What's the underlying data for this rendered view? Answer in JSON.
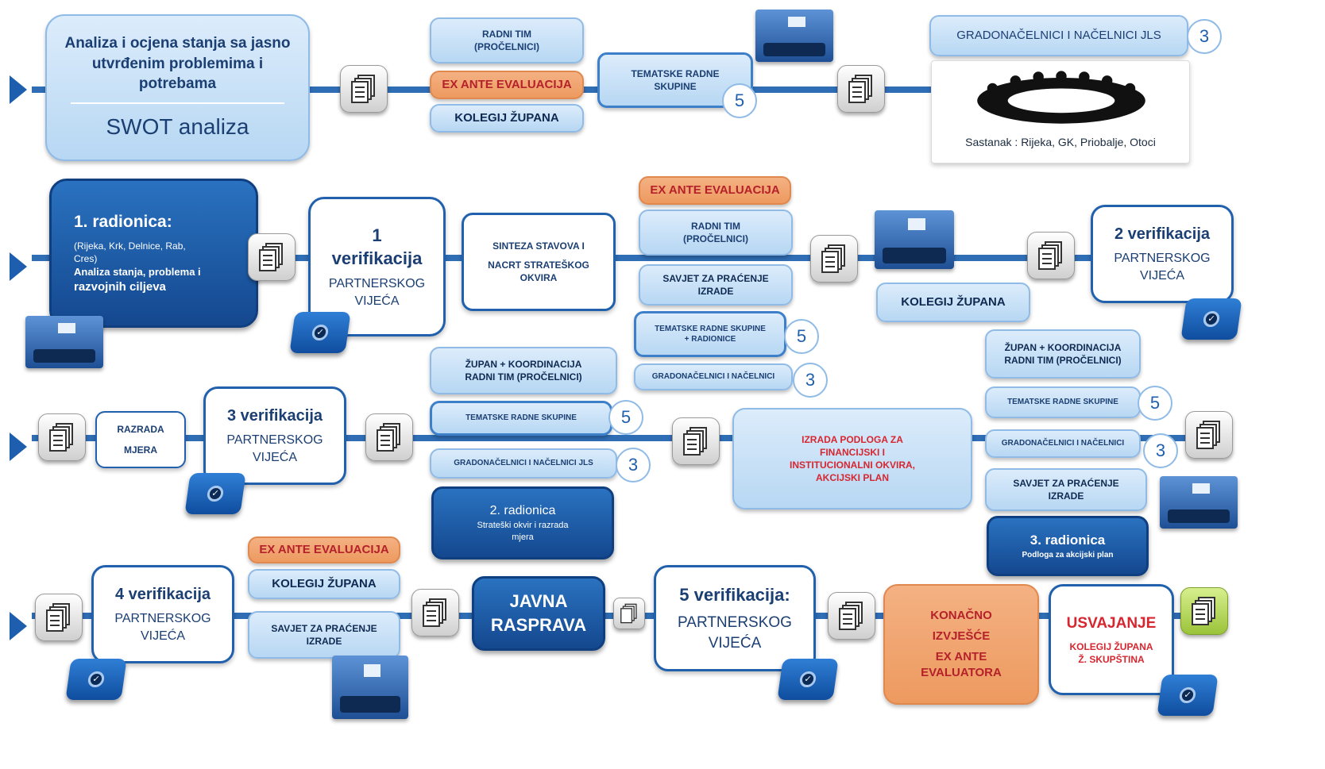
{
  "row1": {
    "analysis": {
      "lines": [
        "Analiza i ocjena stanja sa jasno",
        "utvrđenim problemima i",
        "potrebama"
      ],
      "swot": "SWOT analiza"
    },
    "radni_tim": [
      "RADNI TIM",
      "(PROČELNICI)"
    ],
    "ex_ante": "EX ANTE EVALUACIJA",
    "kolegij": "KOLEGIJ ŽUPANA",
    "tematske": [
      "TEMATSKE RADNE",
      "SKUPINE"
    ],
    "tematske_num": "5",
    "gradonacelnici": "GRADONAČELNICI I NAČELNICI JLS",
    "gradonacelnici_num": "3",
    "sastanak": "Sastanak : Rijeka, GK, Priobalje, Otoci"
  },
  "row2": {
    "radionica1": {
      "title": "1. radionica:",
      "lines": [
        "(Rijeka, Krk, Delnice, Rab,",
        "Cres)",
        "Analiza stanja, problema i",
        "razvojnih ciljeva"
      ]
    },
    "verif1": {
      "num": "1",
      "title": "verifikacija",
      "sub": [
        "PARTNERSKOG",
        "VIJEĆA"
      ]
    },
    "sinteza": [
      "SINTEZA STAVOVA I",
      "NACRT STRATEŠKOG",
      "OKVIRA"
    ],
    "ex_ante": "EX ANTE EVALUACIJA",
    "radni_tim": [
      "RADNI TIM",
      "(PROČELNICI)"
    ],
    "savjet": [
      "SAVJET ZA PRAĆENJE",
      "IZRADE"
    ],
    "tematske": [
      "TEMATSKE RADNE SKUPINE",
      "+ RADIONICE"
    ],
    "tematske_num": "5",
    "gradonacelnici": "GRADONAČELNICI I NAČELNICI",
    "gradonacelnici_num": "3",
    "kolegij": "KOLEGIJ ŽUPANA",
    "verif2": {
      "title": "2 verifikacija",
      "sub": [
        "PARTNERSKOG",
        "VIJEĆA"
      ]
    }
  },
  "row3": {
    "razrada": [
      "RAZRADA",
      "MJERA"
    ],
    "verif3": {
      "title": "3 verifikacija",
      "sub": [
        "PARTNERSKOG",
        "VIJEĆA"
      ]
    },
    "zupan": [
      "ŽUPAN + KOORDINACIJA",
      "RADNI TIM (PROČELNICI)"
    ],
    "tematske": "TEMATSKE RADNE SKUPINE",
    "tematske_num": "5",
    "gradonacelnici": "GRADONAČELNICI I NAČELNICI JLS",
    "gradonacelnici_num": "3",
    "radionica2": {
      "title": "2. radionica",
      "lines": [
        "Strateški okvir i razrada",
        "mjera"
      ]
    },
    "izrada": [
      "IZRADA PODLOGA ZA",
      "FINANCIJSKI I",
      "INSTITUCIONALNI OKVIRA,",
      "AKCIJSKI PLAN"
    ],
    "zupan2": [
      "ŽUPAN + KOORDINACIJA",
      "RADNI TIM (PROČELNICI)"
    ],
    "tematske2": "TEMATSKE RADNE SKUPINE",
    "tematske2_num": "5",
    "gradonacelnici2": "GRADONAČELNICI I NAČELNICI",
    "gradonacelnici2_num": "3",
    "savjet": [
      "SAVJET ZA PRAĆENJE",
      "IZRADE"
    ],
    "radionica3": {
      "title": "3. radionica",
      "sub": "Podloga za akcijski plan"
    }
  },
  "row4": {
    "verif4": {
      "title": "4 verifikacija",
      "sub": [
        "PARTNERSKOG",
        "VIJEĆA"
      ]
    },
    "ex_ante": "EX ANTE EVALUACIJA",
    "kolegij": "KOLEGIJ ŽUPANA",
    "savjet": [
      "SAVJET ZA PRAĆENJE",
      "IZRADE"
    ],
    "javna": [
      "JAVNA",
      "RASPRAVA"
    ],
    "verif5": {
      "title": "5 verifikacija:",
      "sub": [
        "PARTNERSKOG",
        "VIJEĆA"
      ]
    },
    "konacno": [
      "KONAČNO",
      "IZVJEŠĆE",
      "EX ANTE",
      "EVALUATORA"
    ],
    "usvajanje": {
      "title": "USVAJANJE",
      "lines": [
        "KOLEGIJ ŽUPANA",
        "Ž. SKUPŠTINA"
      ]
    }
  },
  "colors": {
    "line": "#2f6db5",
    "dark": "#14488f",
    "light": "#c6e0f7",
    "orange": "#f4b183",
    "red": "#d6262f"
  },
  "icons": [
    "document-stack-icon",
    "checkmark-badge-icon",
    "meeting-room-icon",
    "round-table-icon",
    "play-arrow-icon"
  ]
}
